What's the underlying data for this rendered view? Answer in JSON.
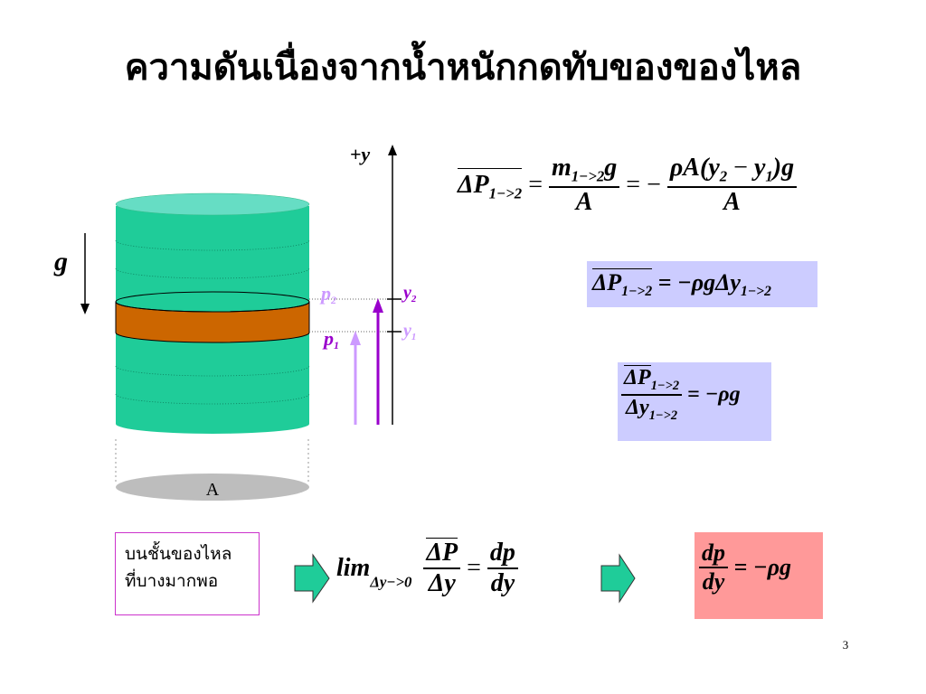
{
  "title": "ความดันเนื่องจากน้ำหนักกดทับของของไหล",
  "diagram": {
    "g_label": "g",
    "axis_label": "+y",
    "area_label": "A",
    "p2_label": "p",
    "p2_sub": "2",
    "p1_label": "p",
    "p1_sub": "1",
    "y2_label": "y",
    "y2_sub": "2",
    "y1_label": "y",
    "y1_sub": "1",
    "colors": {
      "cylinder": "#1fcc99",
      "cylinder_top": "#66ddc4",
      "slab": "#cc6600",
      "base": "#bdbdbd",
      "p2_arrow": "#9900cc",
      "p1_arrow": "#cc99ff",
      "p2_text": "#cc99ff",
      "p1_text": "#9900cc"
    }
  },
  "eq1": {
    "lhs_main": "ΔP",
    "lhs_sub": "1−>2",
    "eq_sign": "=",
    "mid_num_main": "m",
    "mid_num_sub": "1−>2",
    "mid_num_tail": "g",
    "mid_den": "A",
    "eq_minus": "= −",
    "rhs_num_pre": "ρA(",
    "rhs_num_y2": "y",
    "rhs_num_y2_sub": "2",
    "rhs_num_minus": " − ",
    "rhs_num_y1": "y",
    "rhs_num_y1_sub": "1",
    "rhs_num_post": ")g",
    "rhs_den": "A"
  },
  "eq2": {
    "lhs_main": "ΔP",
    "lhs_sub": "1−>2",
    "rhs_pre": "= −ρgΔy",
    "rhs_sub": "1−>2"
  },
  "eq3": {
    "num_main": "ΔP",
    "num_sub": "1−>2",
    "den_main": "Δy",
    "den_sub": "1−>2",
    "rhs": "= −ρg"
  },
  "note": {
    "line1": "บนชั้นของไหล",
    "line2": "ที่บางมากพอ"
  },
  "eq4": {
    "lim": "lim",
    "lim_sub": "Δy−>0",
    "num": "ΔP",
    "den": "Δy",
    "eq_sign": "=",
    "rnum": "dp",
    "rden": "dy"
  },
  "eq5": {
    "num": "dp",
    "den": "dy",
    "rhs": "= −ρg"
  },
  "page_number": "3"
}
